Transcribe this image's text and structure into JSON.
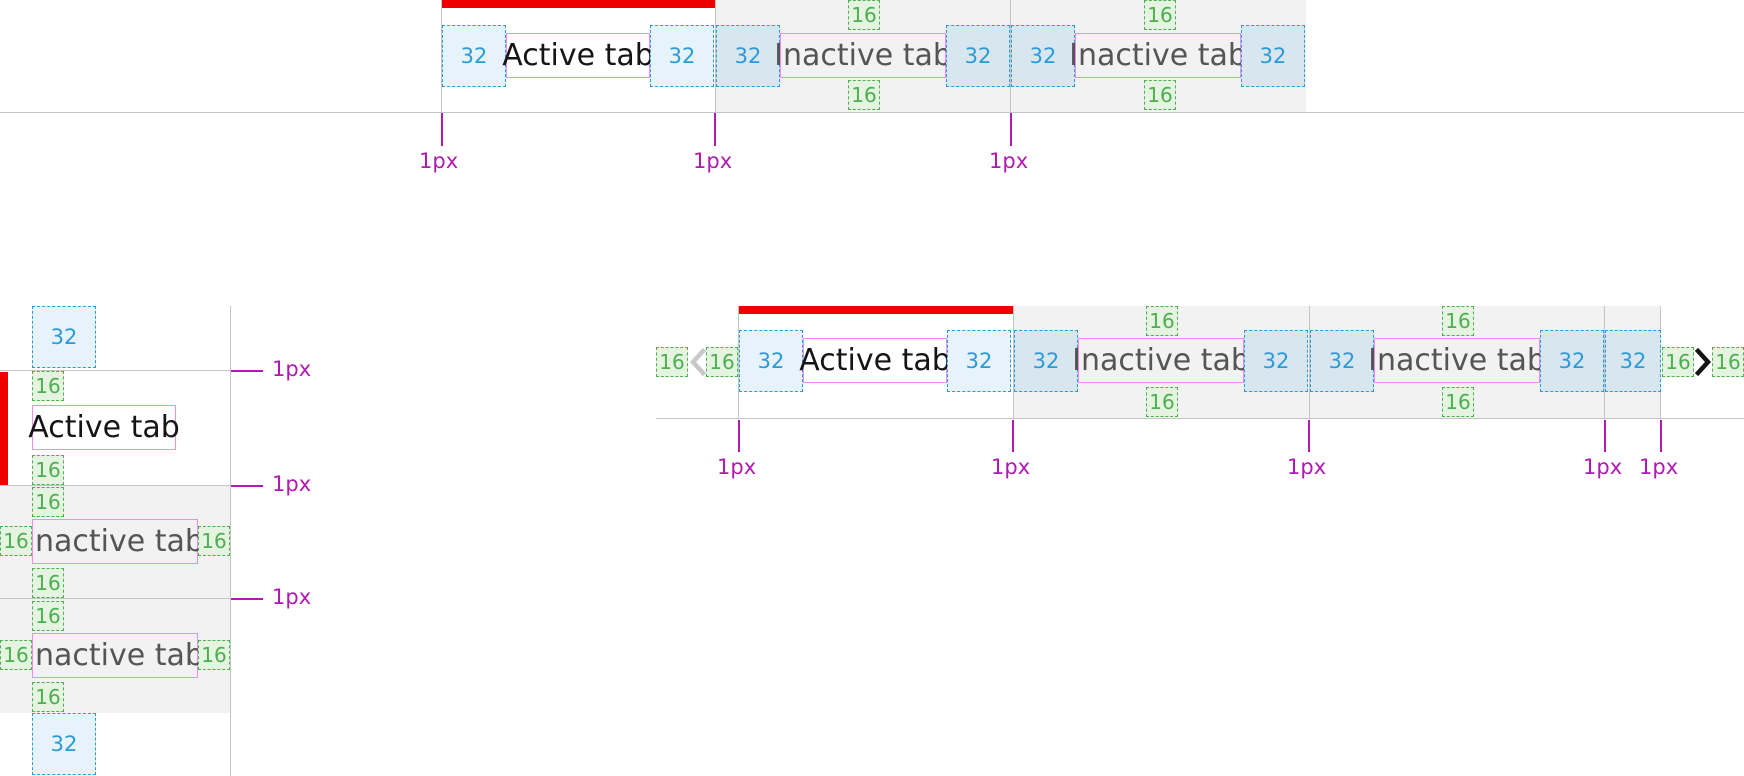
{
  "labels": {
    "active_tab": "Active tab",
    "inactive_tab": "Inactive tab",
    "space_32": "32",
    "space_16": "16",
    "border_1px": "1px"
  },
  "colors": {
    "active_indicator": "#ee0000",
    "inactive_background": "#f2f2f2",
    "spacer_32": "#2b9ad6",
    "spacer_16": "#4caf50",
    "measure": "#b01ab0",
    "text_outline": "#f08cf0"
  },
  "icons": {
    "scroll_left": "chevron-left-icon",
    "scroll_right": "chevron-right-icon"
  }
}
